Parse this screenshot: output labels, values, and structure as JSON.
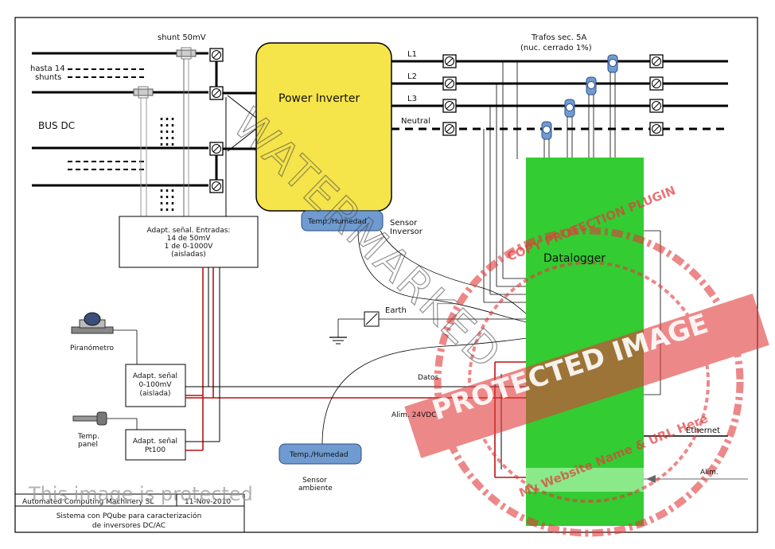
{
  "labels": {
    "shunt": "shunt 50mV",
    "hasta_line1": "hasta 14",
    "hasta_line2": "shunts",
    "bus_dc": "BUS DC",
    "power_inverter": "Power Inverter",
    "trafos_line1": "Trafos sec. 5A",
    "trafos_line2": "(nuc. cerrado 1%)",
    "l1": "L1",
    "l2": "L2",
    "l3": "L3",
    "neutral": "Neutral",
    "temp_humedad_inv": "Temp./Humedad",
    "sensor_inv_line1": "Sensor",
    "sensor_inv_line2": "Inversor",
    "adapt_entradas_line1": "Adapt. señal. Entradas:",
    "adapt_entradas_line2": "14 de 50mV",
    "adapt_entradas_line3": "1 de 0-1000V",
    "adapt_entradas_line4": "(aisladas)",
    "datalogger": "Datalogger",
    "earth": "Earth",
    "piranometro": "Piranómetro",
    "adapt_0100_line1": "Adapt. señal",
    "adapt_0100_line2": "0-100mV",
    "adapt_0100_line3": "(aislada)",
    "datos": "Datos",
    "alim24": "Alim. 24VDC",
    "temp_panel_line1": "Temp.",
    "temp_panel_line2": "panel",
    "adapt_pt100_line1": "Adapt. señal",
    "adapt_pt100_line2": "Pt100",
    "temp_humedad_amb": "Temp./Humedad",
    "sensor_amb_line1": "Sensor",
    "sensor_amb_line2": "ambiente",
    "ethernet": "Ethernet",
    "alim": "Alim."
  },
  "title_block": {
    "company": "Automated Computing Machinery SL",
    "date": "11-Nov-2010",
    "description_line1": "Sistema con PQube para caracterización",
    "description_line2": "de inversores DC/AC"
  },
  "overlays": {
    "protected_notice": "This image is protected",
    "watermark": "WATERMARKED",
    "stamp_line1": "COPY PROTECTION PLUGIN",
    "stamp_line2": "PROTECTED IMAGE",
    "stamp_line3": "My Website Name & URL Here"
  },
  "colors": {
    "inverter_fill": "#f5e44a",
    "datalogger_fill": "#33cc33",
    "sensor_fill": "#6f9bd1",
    "power_wire": "#bb1111",
    "stamp_red": "#e23a3a"
  }
}
